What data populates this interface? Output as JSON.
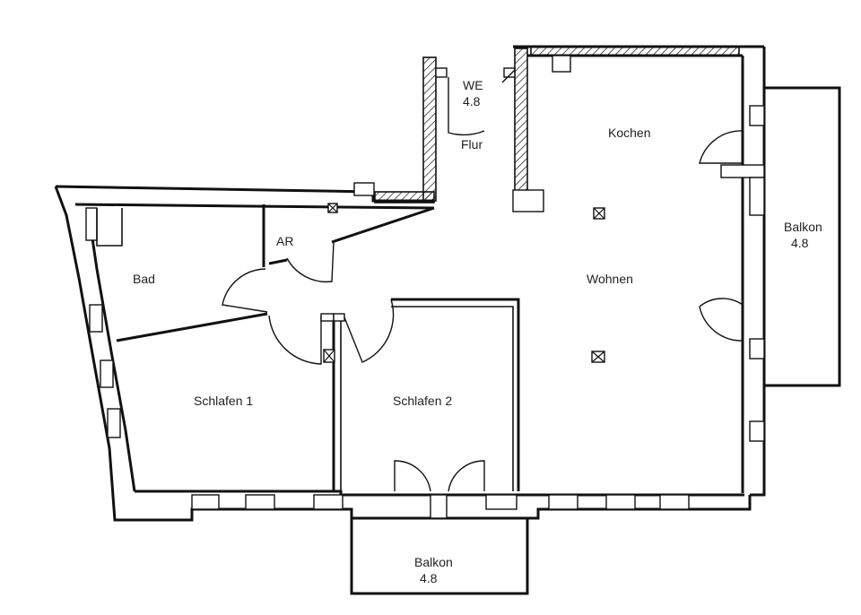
{
  "rooms": {
    "we_label": "WE",
    "we_value": "4.8",
    "flur": "Flur",
    "kochen": "Kochen",
    "wohnen": "Wohnen",
    "ar": "AR",
    "bad": "Bad",
    "schlafen1": "Schlafen 1",
    "schlafen2": "Schlafen 2",
    "balkon_right_label": "Balkon",
    "balkon_right_value": "4.8",
    "balkon_bottom_label": "Balkon",
    "balkon_bottom_value": "4.8"
  },
  "colors": {
    "line": "#111111",
    "background": "#ffffff"
  }
}
